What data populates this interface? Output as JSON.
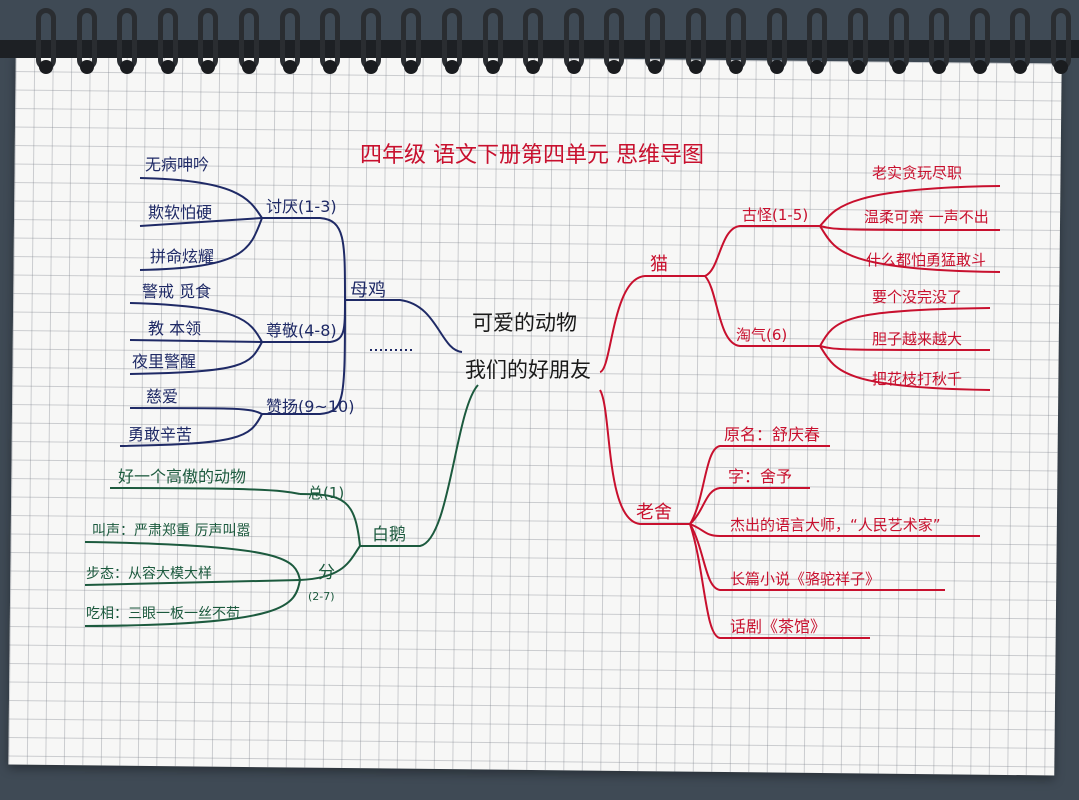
{
  "title": "四年级 语文下册第四单元 思维导图",
  "center": {
    "line1": "可爱的动物",
    "line2": "我们的好朋友"
  },
  "hen": {
    "label": "母鸡",
    "taoyan": {
      "label": "讨厌(1-3)",
      "items": [
        "无病呻吟",
        "欺软怕硬",
        "拼命炫耀"
      ]
    },
    "zunjing": {
      "label": "尊敬(4-8)",
      "items": [
        "警戒 觅食",
        "教 本领",
        "夜里警醒"
      ]
    },
    "zanyang": {
      "label": "赞扬(9~10)",
      "items": [
        "慈爱",
        "勇敢辛苦"
      ]
    }
  },
  "goose": {
    "label": "白鹅",
    "zong": {
      "label": "总(1)",
      "items": [
        "好一个高傲的动物"
      ]
    },
    "fen": {
      "label": "分",
      "range": "(2-7)",
      "items": [
        "叫声：严肃郑重 厉声叫嚣",
        "步态：从容大模大样",
        "吃相：三眼一板一丝不苟"
      ]
    }
  },
  "cat": {
    "label": "猫",
    "guguai": {
      "label": "古怪(1-5)",
      "items": [
        "老实贪玩尽职",
        "温柔可亲 一声不出",
        "什么都怕勇猛敢斗"
      ]
    },
    "taoqi": {
      "label": "淘气(6)",
      "items": [
        "要个没完没了",
        "胆子越来越大",
        "把花枝打秋千"
      ]
    }
  },
  "laoshe": {
    "label": "老舍",
    "items": [
      "原名：舒庆春",
      "字：舍予",
      "杰出的语言大师，“人民艺术家”",
      "长篇小说《骆驼祥子》",
      "话剧《茶馆》"
    ]
  },
  "colors": {
    "blue": "#1f2a66",
    "green": "#1c5a3e",
    "red": "#c8102e",
    "dark": "#1a1a1a"
  }
}
